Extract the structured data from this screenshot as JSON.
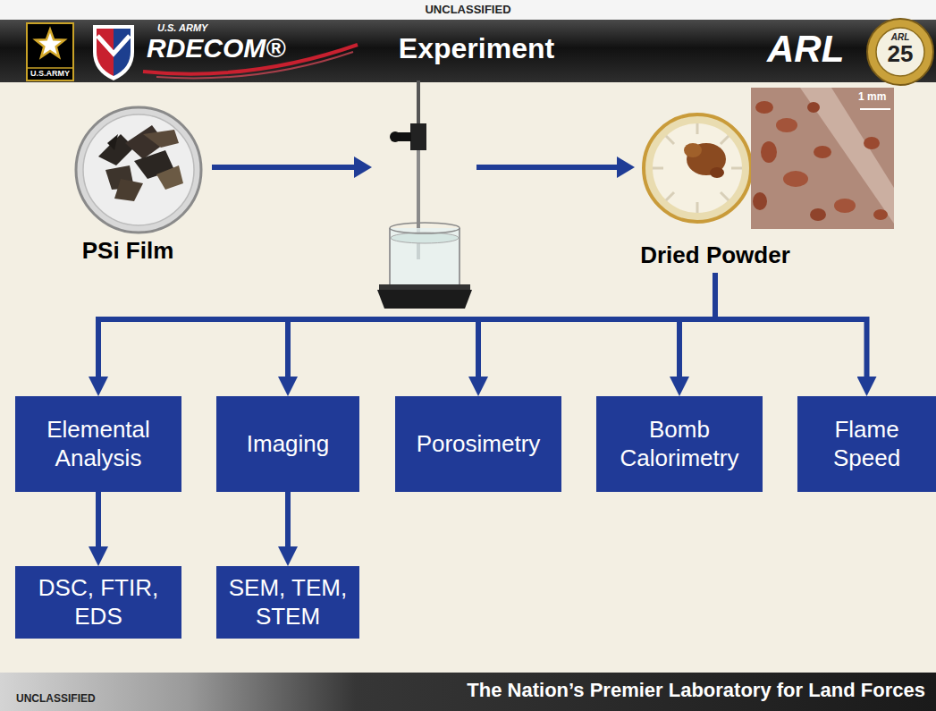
{
  "diagram": {
    "title": "Experiment",
    "nodes": [
      {
        "text": [
          "PSi Film"
        ]
      },
      {
        "text": [
          "Dried Powder"
        ]
      },
      {
        "text": [
          "Elemental Analysis"
        ]
      },
      {
        "text": [
          "Imaging"
        ]
      },
      {
        "text": [
          "Porosimetry"
        ]
      },
      {
        "text": [
          "Bomb Calorimetry"
        ]
      },
      {
        "text": [
          "Flame Speed"
        ]
      },
      {
        "text": [
          "DSC, FTIR, EDS"
        ]
      },
      {
        "text": [
          "SEM, TEM, STEM"
        ]
      }
    ],
    "edges": [
      {
        "from": 1,
        "to": 2,
        "arrow": "to"
      },
      {
        "from": 1,
        "to": 3,
        "arrow": "to"
      },
      {
        "from": 1,
        "to": 4,
        "arrow": "to"
      },
      {
        "from": 1,
        "to": 5,
        "arrow": "to"
      },
      {
        "from": 1,
        "to": 6,
        "arrow": "to"
      },
      {
        "from": 2,
        "to": 7,
        "arrow": "to"
      },
      {
        "from": 3,
        "to": 8,
        "arrow": "to"
      }
    ],
    "labels": [
      "UNCLASSIFIED",
      "U.S.ARMY",
      "U.S. ARMY",
      "RDECOM®",
      "ARL",
      "ARL",
      "25",
      "1 mm",
      "UNCLASSIFIED",
      "The Nation’s Premier Laboratory for Land Forces"
    ]
  }
}
